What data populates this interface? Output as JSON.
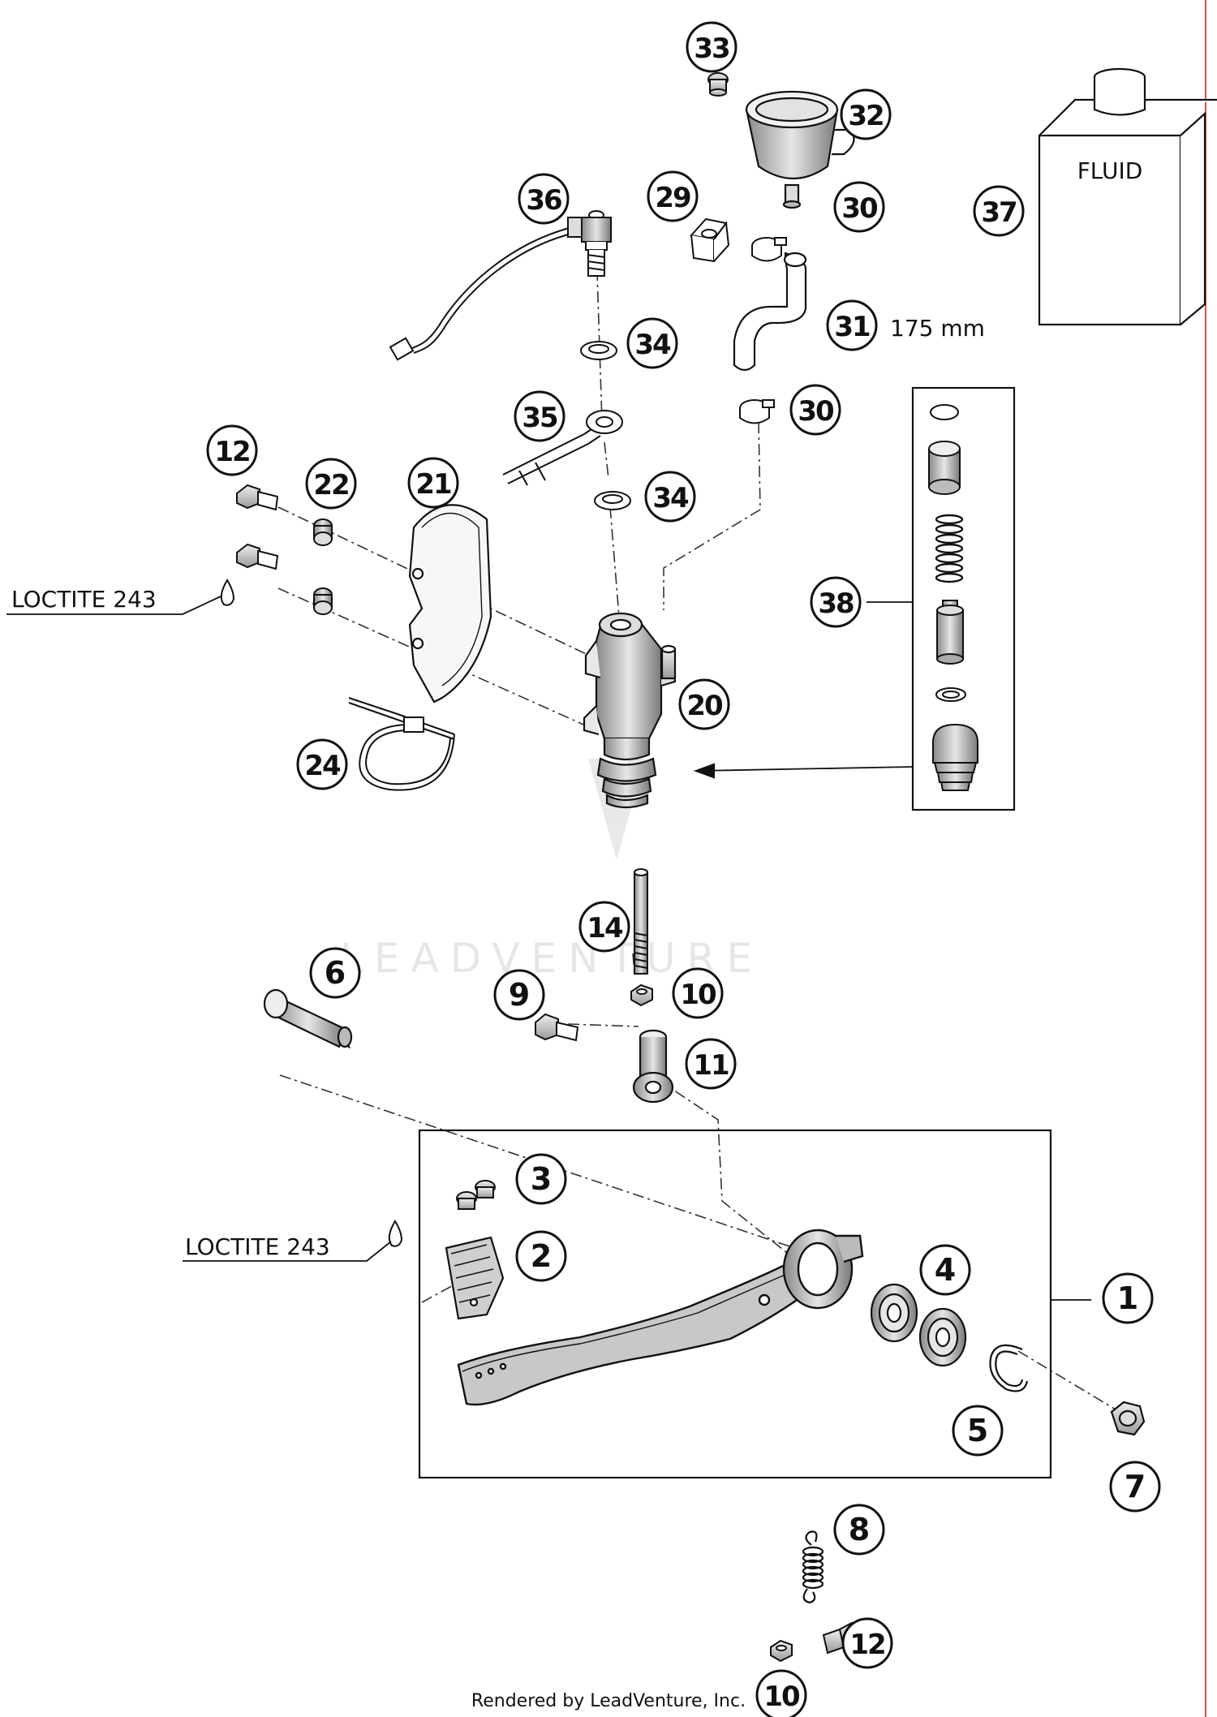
{
  "callouts": [
    {
      "id": "c33",
      "num": "33"
    },
    {
      "id": "c32",
      "num": "32"
    },
    {
      "id": "c36",
      "num": "36"
    },
    {
      "id": "c29",
      "num": "29"
    },
    {
      "id": "c30a",
      "num": "30"
    },
    {
      "id": "c37",
      "num": "37"
    },
    {
      "id": "c34a",
      "num": "34"
    },
    {
      "id": "c31",
      "num": "31"
    },
    {
      "id": "c35",
      "num": "35"
    },
    {
      "id": "c30b",
      "num": "30"
    },
    {
      "id": "c12a",
      "num": "12"
    },
    {
      "id": "c22",
      "num": "22"
    },
    {
      "id": "c21",
      "num": "21"
    },
    {
      "id": "c34b",
      "num": "34"
    },
    {
      "id": "c38",
      "num": "38"
    },
    {
      "id": "c20",
      "num": "20"
    },
    {
      "id": "c24",
      "num": "24"
    },
    {
      "id": "c14",
      "num": "14"
    },
    {
      "id": "c6",
      "num": "6"
    },
    {
      "id": "c9",
      "num": "9"
    },
    {
      "id": "c10a",
      "num": "10"
    },
    {
      "id": "c11",
      "num": "11"
    },
    {
      "id": "c3",
      "num": "3"
    },
    {
      "id": "c2",
      "num": "2"
    },
    {
      "id": "c4",
      "num": "4"
    },
    {
      "id": "c1",
      "num": "1"
    },
    {
      "id": "c5",
      "num": "5"
    },
    {
      "id": "c7",
      "num": "7"
    },
    {
      "id": "c8",
      "num": "8"
    },
    {
      "id": "c12b",
      "num": "12"
    },
    {
      "id": "c10b",
      "num": "10"
    }
  ],
  "texts": {
    "fluid": "FLUID",
    "length": "175 mm",
    "loctite_top": "LOCTITE 243",
    "loctite_bottom": "LOCTITE 243",
    "watermark": "LEADVENTURE"
  },
  "footer": "Rendered by LeadVenture, Inc."
}
